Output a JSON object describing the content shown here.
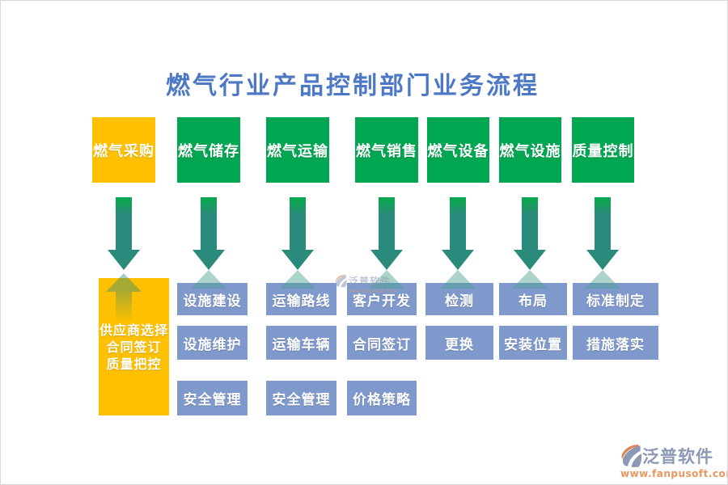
{
  "title": "燃气行业产品控制部门业务流程",
  "columns": [
    {
      "header": "燃气采购",
      "tasks": [
        "供应商选择",
        "合同签订",
        "质量把控"
      ]
    },
    {
      "header": "燃气储存",
      "tasks": [
        "设施建设",
        "设施维护",
        "安全管理"
      ]
    },
    {
      "header": "燃气运输",
      "tasks": [
        "运输路线",
        "运输车辆",
        "安全管理"
      ]
    },
    {
      "header": "燃气销售",
      "tasks": [
        "客户开发",
        "合同签订",
        "价格策略"
      ]
    },
    {
      "header": "燃气设备",
      "tasks": [
        "检测",
        "更换"
      ]
    },
    {
      "header": "燃气设施",
      "tasks": [
        "布局",
        "安装位置"
      ]
    },
    {
      "header": "质量控制",
      "tasks": [
        "标准制定",
        "措施落实"
      ]
    }
  ],
  "watermark": {
    "name": "泛普软件",
    "url": "www.fanpusoft.com"
  },
  "brand": {
    "name": "泛普软件",
    "url": "www.fanpusoft.com"
  },
  "colors": {
    "title_blue": "#4C78C6",
    "stage_green": "#00A651",
    "stage_orange": "#FFC000",
    "task_blue": "#7F99CD",
    "arrow_teal": "#2A8A7B"
  }
}
